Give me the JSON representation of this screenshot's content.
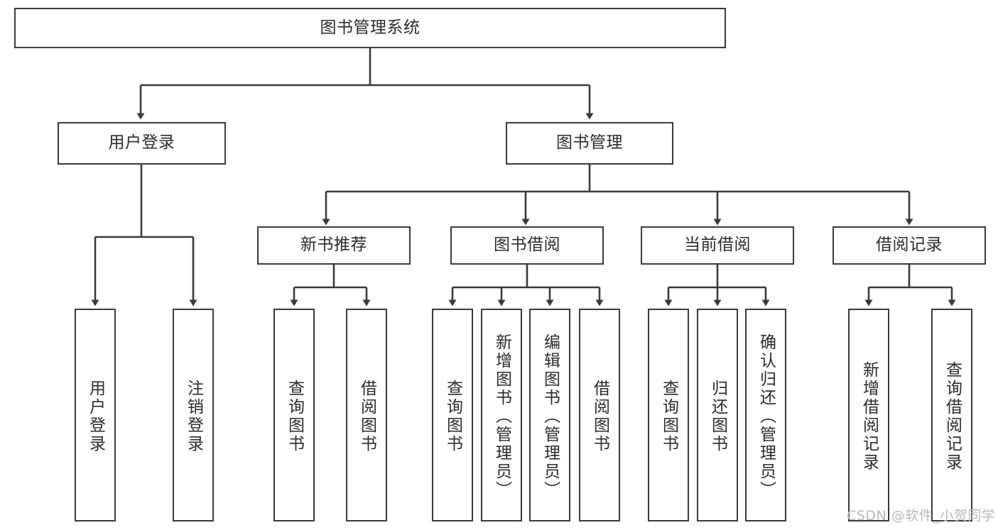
{
  "diagram": {
    "title_node": {
      "label": "图书管理系统"
    },
    "level1": [
      {
        "label": "用户登录"
      },
      {
        "label": "图书管理"
      }
    ],
    "level2": [
      {
        "label": "新书推荐"
      },
      {
        "label": "图书借阅"
      },
      {
        "label": "当前借阅"
      },
      {
        "label": "借阅记录"
      }
    ],
    "leaves": {
      "user_login": [
        {
          "label": "用户登录"
        },
        {
          "label": "注销登录"
        }
      ],
      "new_book_recommend": [
        {
          "label": "查询图书"
        },
        {
          "label": "借阅图书"
        }
      ],
      "book_borrow": [
        {
          "label": "查询图书"
        },
        {
          "label": "新增图书（管理员）"
        },
        {
          "label": "编辑图书（管理员）"
        },
        {
          "label": "借阅图书"
        }
      ],
      "current_borrow": [
        {
          "label": "查询图书"
        },
        {
          "label": "归还图书"
        },
        {
          "label": "确认归还（管理员）"
        }
      ],
      "borrow_record": [
        {
          "label": "新增借阅记录"
        },
        {
          "label": "查询借阅记录"
        }
      ]
    }
  },
  "watermark": {
    "text": "CSDN @软件_小贺同学"
  },
  "colors": {
    "stroke": "#3a3a3a",
    "background": "#ffffff",
    "text": "#2b2b2b",
    "watermark": "#b9b9b9"
  }
}
